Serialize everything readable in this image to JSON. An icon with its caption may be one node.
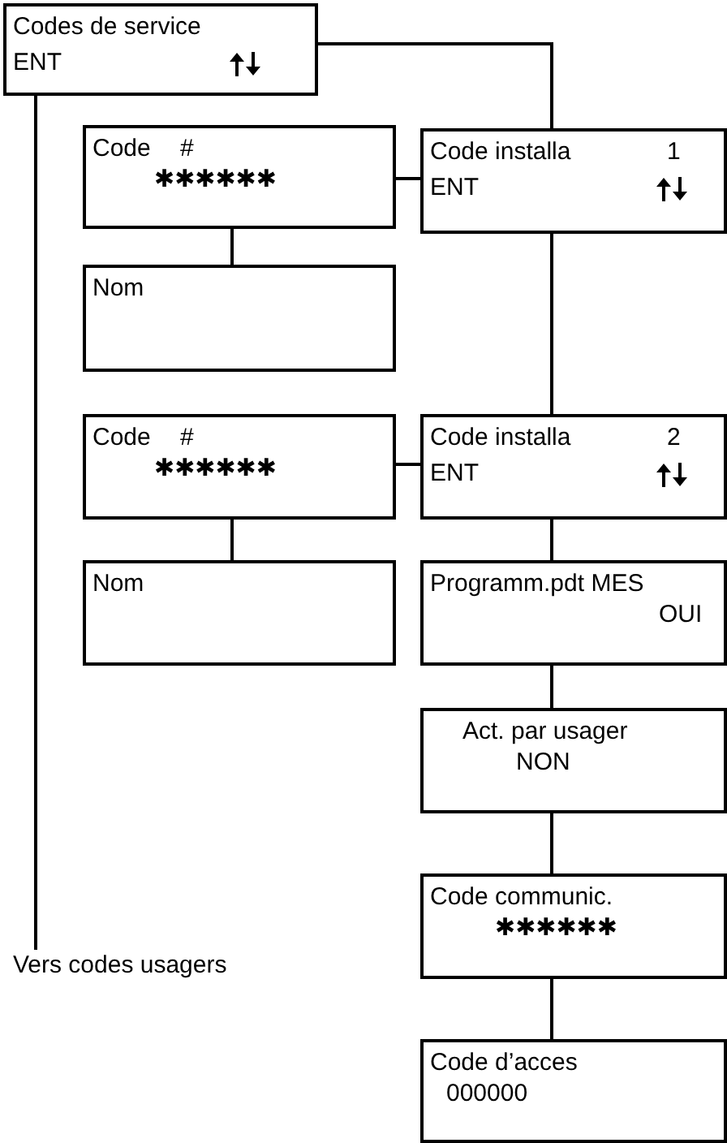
{
  "diagram": {
    "nodes": [
      {
        "text": [
          "Codes de service",
          "ENT"
        ]
      },
      {
        "text": [
          "Code #",
          "✱✱✱✱✱✱"
        ]
      },
      {
        "text": [
          "Nom"
        ]
      },
      {
        "text": [
          "Code installa",
          "1",
          "ENT"
        ]
      },
      {
        "text": [
          "Code #",
          "✱✱✱✱✱✱"
        ]
      },
      {
        "text": [
          "Nom"
        ]
      },
      {
        "text": [
          "Code installa",
          "2",
          "ENT"
        ]
      },
      {
        "text": [
          "Programm.pdt MES",
          "OUI"
        ]
      },
      {
        "text": [
          "Act. par usager",
          "NON"
        ]
      },
      {
        "text": [
          "Code communic.",
          "✱✱✱✱✱✱"
        ]
      },
      {
        "text": [
          "Code d’acces",
          "000000"
        ]
      },
      {
        "text": [
          "Vers codes usagers"
        ]
      }
    ],
    "edges": [
      {
        "from": 0,
        "to": 3,
        "arrow": "none"
      },
      {
        "from": 0,
        "to": 11,
        "arrow": "none"
      },
      {
        "from": 1,
        "to": 3,
        "arrow": "none"
      },
      {
        "from": 1,
        "to": 2,
        "arrow": "none"
      },
      {
        "from": 3,
        "to": 6,
        "arrow": "none"
      },
      {
        "from": 4,
        "to": 6,
        "arrow": "none"
      },
      {
        "from": 4,
        "to": 5,
        "arrow": "none"
      },
      {
        "from": 6,
        "to": 7,
        "arrow": "none"
      },
      {
        "from": 7,
        "to": 8,
        "arrow": "none"
      },
      {
        "from": 8,
        "to": 9,
        "arrow": "none"
      },
      {
        "from": 9,
        "to": 10,
        "arrow": "none"
      }
    ]
  }
}
